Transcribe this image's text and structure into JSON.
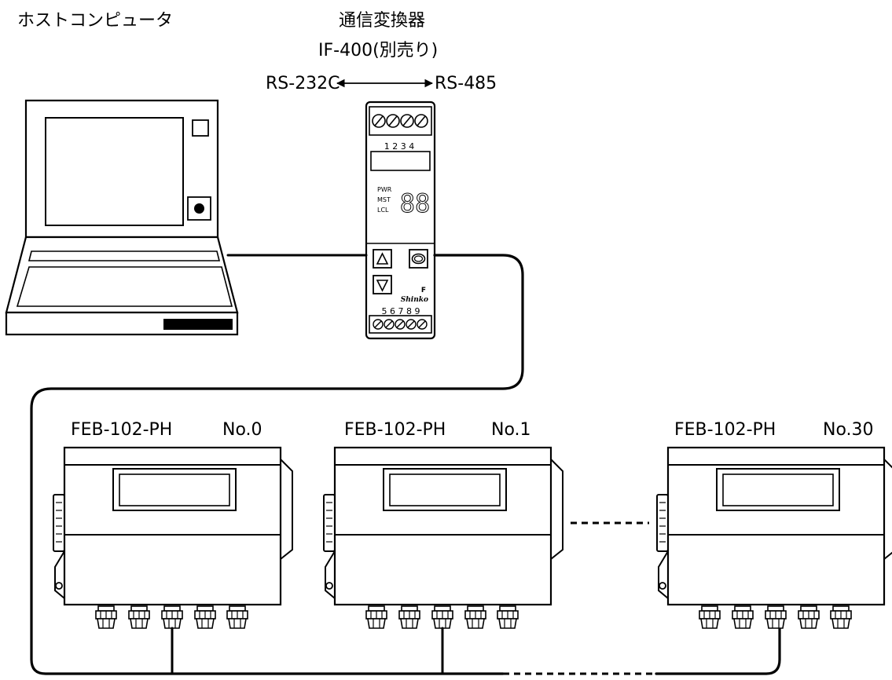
{
  "labels": {
    "host": "ホストコンピュータ",
    "converter_title": "通信変換器",
    "converter_model": "IF-400(別売り)",
    "rs232": "RS-232C",
    "rs485": "RS-485"
  },
  "converter_panel": {
    "top_terminals": "1 2 3 4",
    "bottom_terminals": "5 6 7 8 9",
    "led_pwr": "PWR",
    "led_mst": "MST",
    "led_lcl": "LCL",
    "display": "88",
    "brand": "Shinko"
  },
  "devices": [
    {
      "model": "FEB-102-PH",
      "number": "No.0"
    },
    {
      "model": "FEB-102-PH",
      "number": "No.1"
    },
    {
      "model": "FEB-102-PH",
      "number": "No.30"
    }
  ]
}
